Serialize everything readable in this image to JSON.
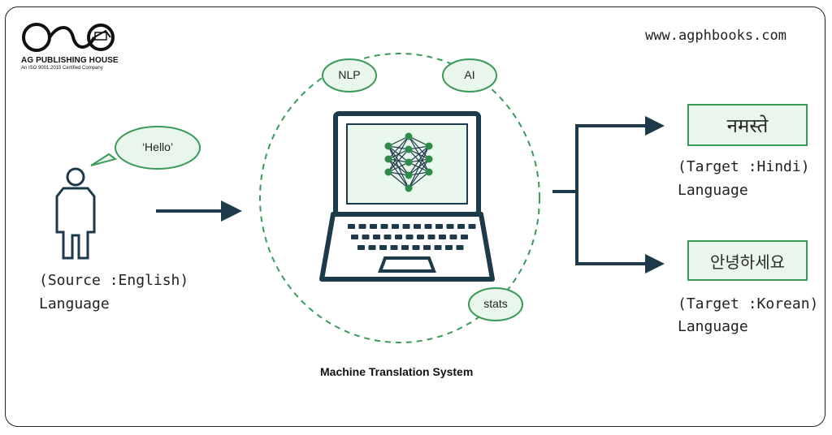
{
  "brand": {
    "name": "AG PUBLISHING HOUSE",
    "tagline": "An ISO 9001:2015 Certified Company",
    "website": "www.agphbooks.com"
  },
  "source": {
    "speech": "‘Hello’",
    "label_line1": "(Source :English)",
    "label_line2": "Language"
  },
  "system": {
    "tags": [
      "NLP",
      "AI",
      "stats"
    ],
    "caption": "Machine Translation System"
  },
  "targets": [
    {
      "word": "नमस्ते",
      "label_line1": "(Target :Hindi)",
      "label_line2": "Language"
    },
    {
      "word": "안녕하세요",
      "label_line1": "(Target :Korean)",
      "label_line2": "Language"
    }
  ],
  "colors": {
    "accent_green": "#3a9a5a",
    "fill_green": "#e9f6ec",
    "dark_navy": "#1d3a4a",
    "node_green": "#2e8b4a"
  }
}
